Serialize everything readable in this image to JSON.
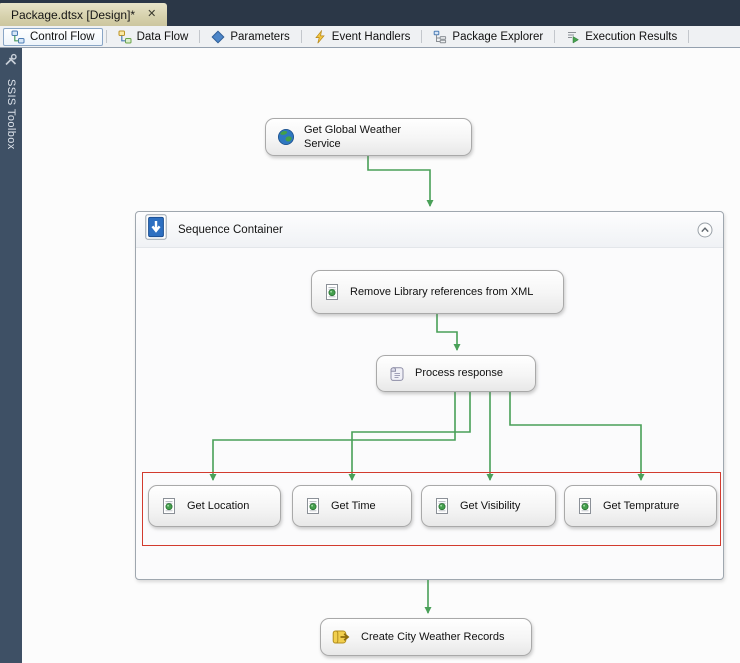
{
  "icons": {
    "close": "✕"
  },
  "document_tab": {
    "title": "Package.dtsx [Design]*"
  },
  "design_tabs": [
    {
      "label": "Control Flow",
      "icon": "control-flow-icon",
      "selected": true
    },
    {
      "label": "Data Flow",
      "icon": "data-flow-icon",
      "selected": false
    },
    {
      "label": "Parameters",
      "icon": "parameters-icon",
      "selected": false
    },
    {
      "label": "Event Handlers",
      "icon": "event-handlers-icon",
      "selected": false
    },
    {
      "label": "Package Explorer",
      "icon": "package-explorer-icon",
      "selected": false
    },
    {
      "label": "Execution Results",
      "icon": "execution-results-icon",
      "selected": false
    }
  ],
  "toolbox": {
    "label": "SSIS Toolbox"
  },
  "canvas": {
    "sequence_container": {
      "label": "Sequence Container",
      "collapse_icon": "chevron-up-icon"
    },
    "tasks": {
      "get_global_weather_service": {
        "label": "Get Global Weather Service",
        "icon": "globe-icon"
      },
      "remove_library_references": {
        "label": "Remove Library references from XML",
        "icon": "xml-document-icon"
      },
      "process_response": {
        "label": "Process response",
        "icon": "script-scroll-icon"
      },
      "get_location": {
        "label": "Get Location",
        "icon": "xml-document-icon"
      },
      "get_time": {
        "label": "Get Time",
        "icon": "xml-document-icon"
      },
      "get_visibility": {
        "label": "Get Visibility",
        "icon": "xml-document-icon"
      },
      "get_temprature": {
        "label": "Get Temprature",
        "icon": "xml-document-icon"
      },
      "create_city_weather_records": {
        "label": "Create City Weather Records",
        "icon": "bulk-insert-icon"
      }
    },
    "connectors": {
      "color": "#49A058"
    },
    "annotation": {
      "type": "highlight-rectangle",
      "color": "#D23B2E"
    }
  }
}
